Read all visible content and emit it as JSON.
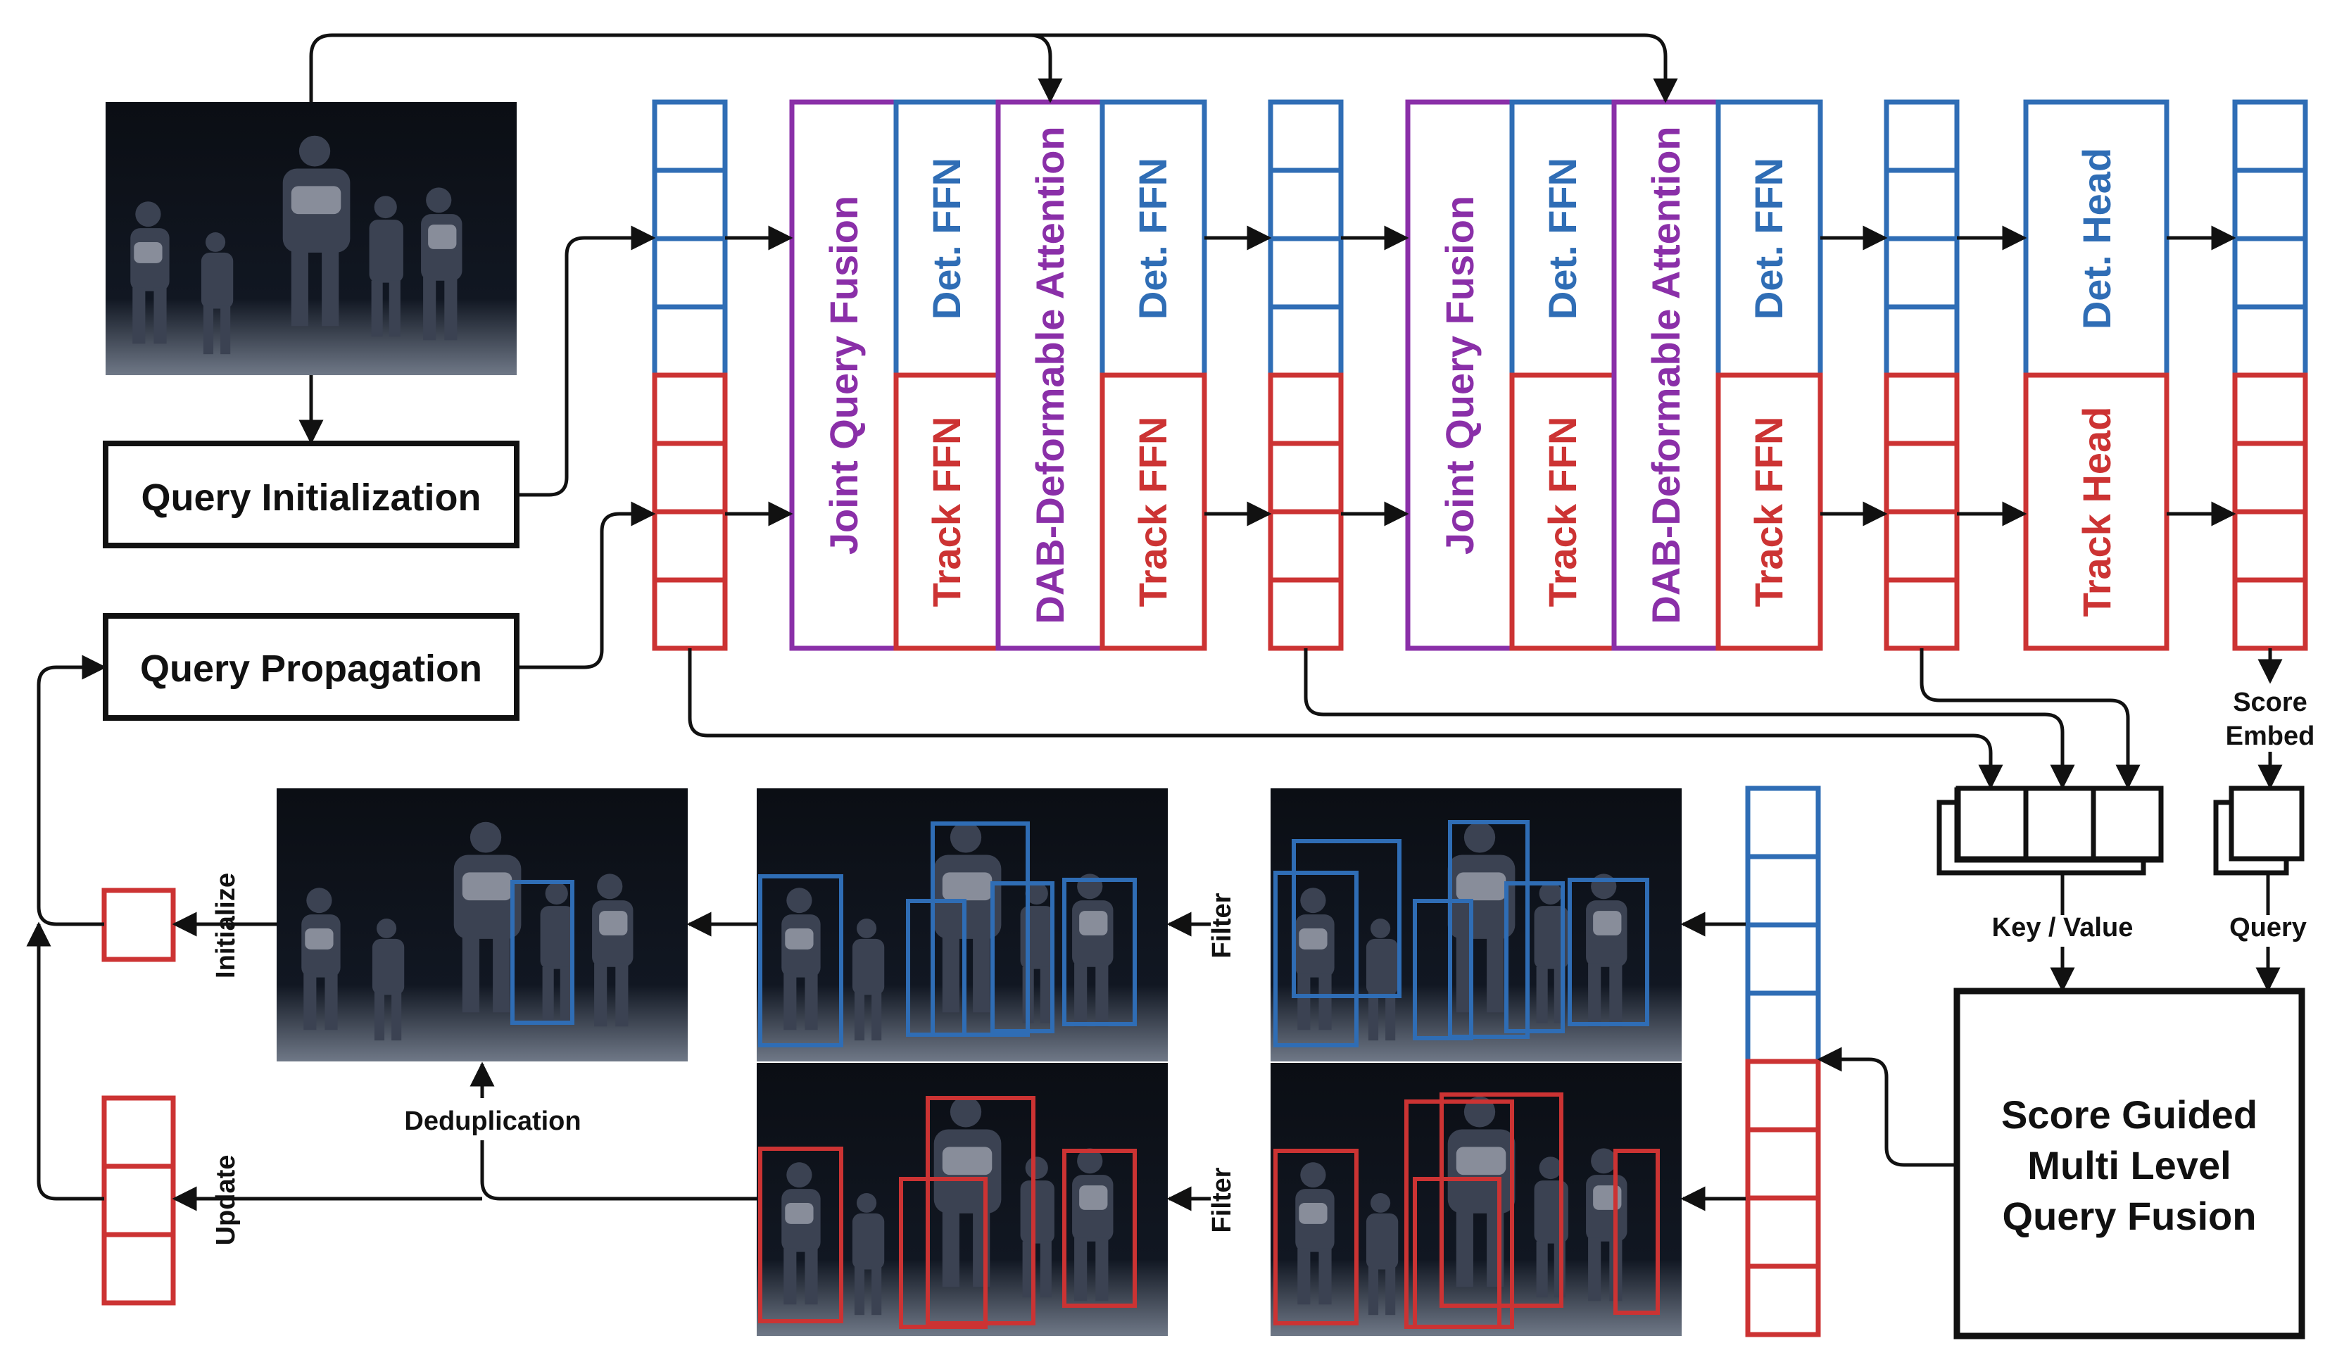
{
  "colors": {
    "blue": "#2f6db5",
    "red": "#cc3333",
    "purple": "#8a2fa8",
    "black": "#111111",
    "photo_dark": "#0b0e14"
  },
  "labels": {
    "query_initialization": "Query Initialization",
    "query_propagation": "Query Propagation",
    "joint_query_fusion": "Joint Query Fusion",
    "dab_attention": "DAB-Deformable Attention",
    "det_ffn": "Det. FFN",
    "track_ffn": "Track FFN",
    "det_head": "Det. Head",
    "track_head": "Track Head",
    "score_embed_line1": "Score",
    "score_embed_line2": "Embed",
    "key_value": "Key / Value",
    "query": "Query",
    "sgmlqf_line1": "Score Guided",
    "sgmlqf_line2": "Multi Level",
    "sgmlqf_line3": "Query Fusion",
    "filter": "Filter",
    "deduplication": "Deduplication",
    "initialize": "Initialize",
    "update": "Update"
  },
  "icons": {
    "arrow": "arrow-head-icon",
    "photo": "dance-stage-photo"
  }
}
